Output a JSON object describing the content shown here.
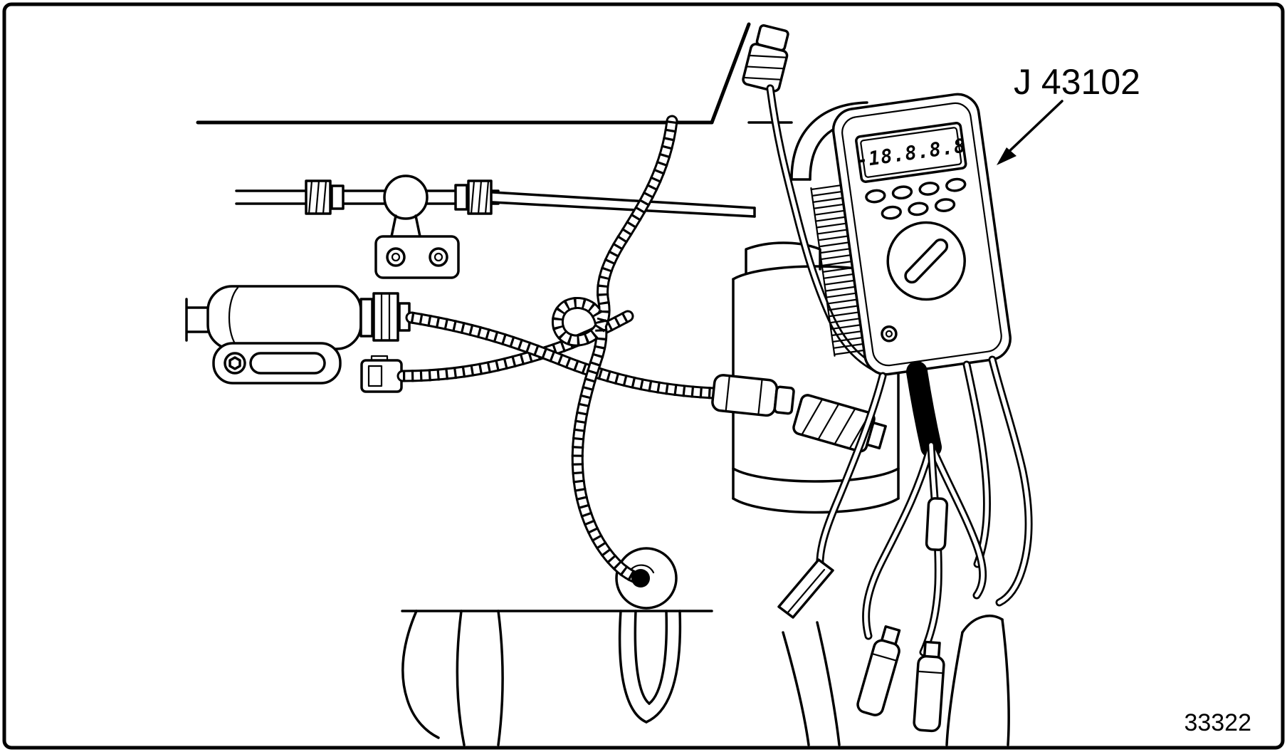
{
  "figure": {
    "callout_label": "J 43102",
    "figure_number": "33322",
    "multimeter": {
      "display_reading": "-18.8.8.8"
    },
    "colors": {
      "ink": "#000000",
      "paper": "#ffffff"
    }
  }
}
